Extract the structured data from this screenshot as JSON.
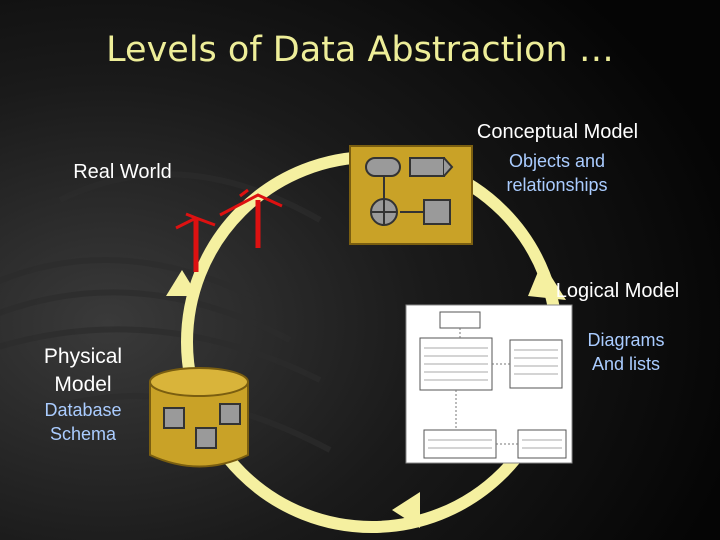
{
  "slide": {
    "title": "Levels of Data Abstraction …"
  },
  "labels": {
    "real_world": "Real World",
    "conceptual_model": "Conceptual Model",
    "conceptual_desc_1": "Objects and",
    "conceptual_desc_2": "relationships",
    "logical_model": "Logical Model",
    "logical_desc_1": "Diagrams",
    "logical_desc_2": "And lists",
    "physical_model_1": "Physical",
    "physical_model_2": "Model",
    "physical_desc_1": "Database",
    "physical_desc_2": "Schema"
  },
  "colors": {
    "title": "#eeee99",
    "label": "#ffffff",
    "sublabel": "#aaccff",
    "cycle_ring": "#f5f0a0",
    "icon_gold": "#c9a227",
    "real_world_red": "#dd1111"
  }
}
